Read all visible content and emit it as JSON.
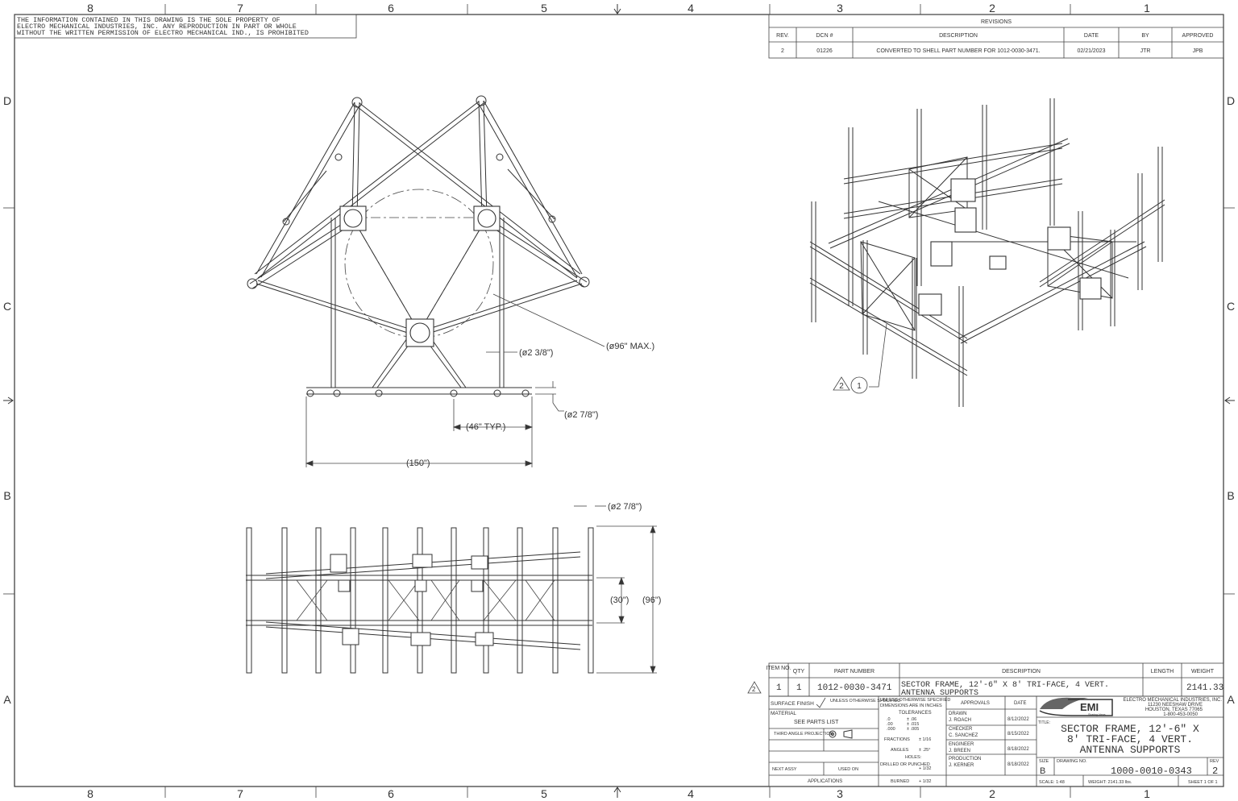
{
  "border": {
    "top_zones": [
      "8",
      "7",
      "6",
      "5",
      "4",
      "3",
      "2",
      "1"
    ],
    "bottom_zones": [
      "8",
      "7",
      "6",
      "5",
      "4",
      "3",
      "2",
      "1"
    ],
    "left_zones": [
      "D",
      "C",
      "B",
      "A"
    ],
    "right_zones": [
      "D",
      "C",
      "B",
      "A"
    ]
  },
  "notice": {
    "line1": "THE INFORMATION CONTAINED IN THIS DRAWING IS THE SOLE PROPERTY OF",
    "line2": "ELECTRO MECHANICAL INDUSTRIES, INC. ANY REPRODUCTION IN PART OR WHOLE",
    "line3": "WITHOUT THE WRITTEN PERMISSION OF ELECTRO MECHANICAL IND., IS PROHIBITED"
  },
  "revisions": {
    "title": "REVISIONS",
    "headers": [
      "REV.",
      "DCN #",
      "DESCRIPTION",
      "DATE",
      "BY",
      "APPROVED"
    ],
    "rows": [
      [
        "2",
        "01226",
        "CONVERTED TO SHELL PART NUMBER FOR 1012-0030-3471.",
        "02/21/2023",
        "JTR",
        "JPB"
      ]
    ]
  },
  "dimensions": {
    "circle_dia": "(ø96\" MAX.)",
    "pipe_dia_top": "(ø2 3/8\")",
    "pipe_dia_mid": "(ø2 7/8\")",
    "spacing": "(46\" TYP.)",
    "overall_width": "(150\")",
    "pipe_dia_side": "(ø2 7/8\")",
    "rail_spacing": "(30\")",
    "overall_height": "(96\")"
  },
  "callouts": {
    "rev_triangle": "2",
    "item_balloon": "1"
  },
  "bom": {
    "headers": [
      "ITEM NO.",
      "QTY",
      "PART NUMBER",
      "DESCRIPTION",
      "LENGTH",
      "WEIGHT"
    ],
    "row": {
      "rev": "2",
      "item": "1",
      "qty": "1",
      "part": "1012-0030-3471",
      "desc1": "SECTOR FRAME, 12'-6\" X 8' TRI-FACE, 4 VERT.",
      "desc2": "ANTENNA SUPPORTS",
      "length": "",
      "weight": "2141.33"
    }
  },
  "title_block": {
    "surface_finish": "SURFACE FINISH",
    "unless_spec": "UNLESS OTHERWISE SPECIFIED",
    "material_label": "MATERIAL",
    "material_value": "SEE PARTS LIST",
    "projection": "THIRD ANGLE PROJECTION",
    "next_assy": "NEXT ASSY",
    "used_on": "USED ON",
    "application": "APPLICATIONS",
    "dims_note1": "UNLESS OTHERWISE SPECIFIED",
    "dims_note2": "DIMENSIONS ARE IN INCHES",
    "tolerances": "TOLERANCES",
    "tol_rows": [
      [
        ".0",
        "± .06"
      ],
      [
        ".00",
        "± .015"
      ],
      [
        ".000",
        "± .005"
      ]
    ],
    "fractions_label": "FRACTIONS",
    "fractions_val": "± 1/16",
    "angles_label": "ANGLES",
    "angles_val": "± .25°",
    "holes": "HOLES:",
    "drilled": "DRILLED OR PUNCHED",
    "drilled_val": "+ 1/32",
    "burned": "BURNED",
    "burned_val": "+ 1/32",
    "approvals": "APPROVALS",
    "date": "DATE",
    "drawn_label": "DRAWN",
    "drawn_name": "J. ROACH",
    "drawn_date": "8/12/2022",
    "checker_label": "CHECKER",
    "checker_name": "C. SANCHEZ",
    "checker_date": "8/15/2022",
    "engineer_label": "ENGINEER",
    "engineer_name": "J. BREEN",
    "engineer_date": "8/18/2022",
    "production_label": "PRODUCTION",
    "production_name": "J. KERNER",
    "production_date": "8/18/2022",
    "company1": "ELECTRO MECHANICAL INDUSTRIES, INC.",
    "company2": "11230 NEESHAW DRIVE",
    "company3": "HOUSTON, TEXAS 77065",
    "company4": "1-800-453-0050",
    "logo": "EMI",
    "logo_sub": "Sharing Ideas",
    "title_label": "TITLE:",
    "title1": "SECTOR FRAME, 12'-6\" X",
    "title2": "8' TRI-FACE, 4 VERT.",
    "title3": "ANTENNA SUPPORTS",
    "size_label": "SIZE",
    "size": "B",
    "dwg_label": "DRAWING NO.",
    "dwg_no": "1000-0010-0343",
    "rev_label": "REV",
    "rev": "2",
    "scale": "SCALE: 1:48",
    "weight": "WEIGHT: 2141.33 lbs.",
    "sheet": "SHEET 1 OF 1"
  },
  "colors": {
    "line": "#333333",
    "paper": "#ffffff"
  }
}
